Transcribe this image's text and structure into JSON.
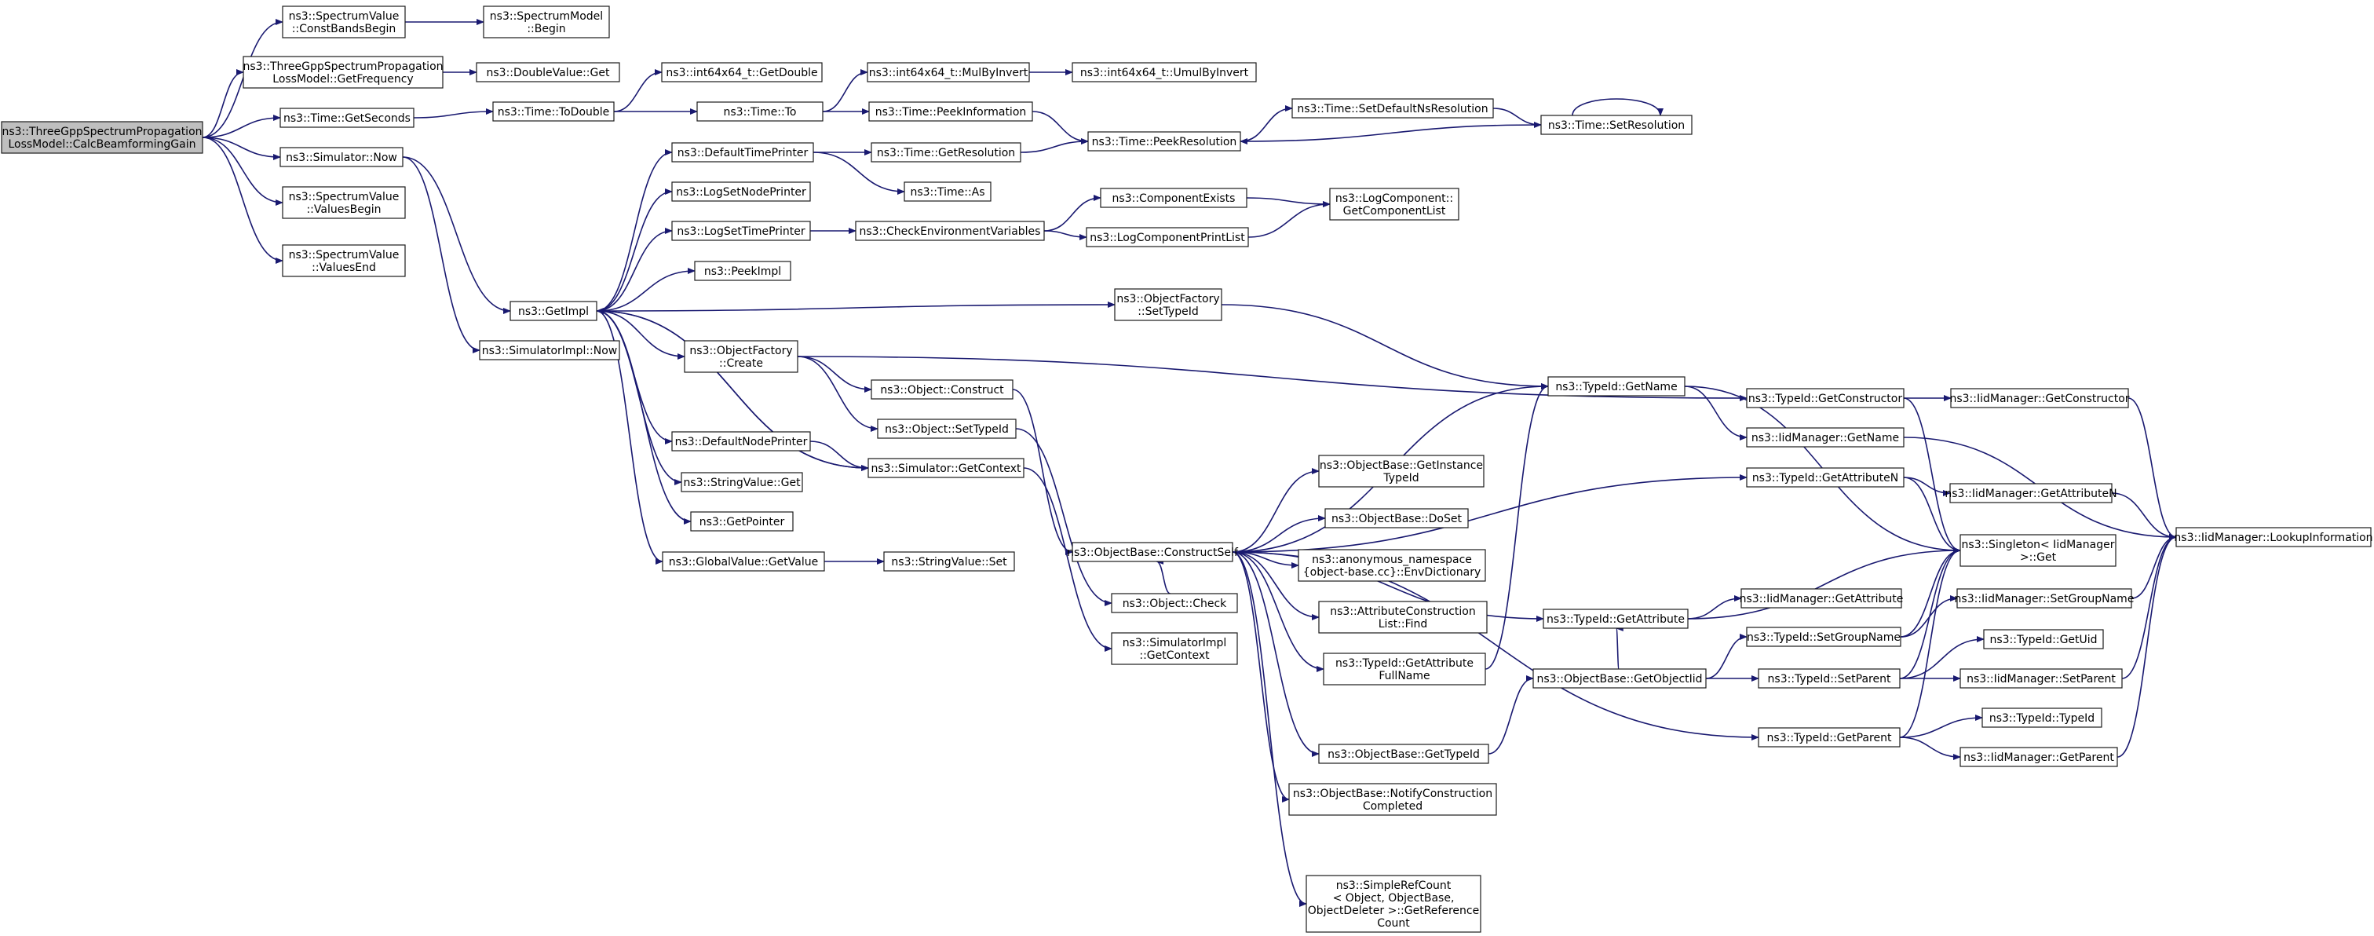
{
  "colors": {
    "edge": "#191970",
    "node_fill": "#ffffff",
    "root_fill": "#bfbfbf",
    "border": "#000000"
  },
  "nodes": {
    "root": [
      "ns3::ThreeGppSpectrumPropagation",
      "LossModel::CalcBeamformingGain"
    ],
    "cbb": [
      "ns3::SpectrumValue",
      "::ConstBandsBegin"
    ],
    "smb": [
      "ns3::SpectrumModel",
      "::Begin"
    ],
    "tgf": [
      "ns3::ThreeGppSpectrumPropagation",
      "LossModel::GetFrequency"
    ],
    "dvg": [
      "ns3::DoubleValue::Get"
    ],
    "tgs": [
      "ns3::Time::GetSeconds"
    ],
    "ttd": [
      "ns3::Time::ToDouble"
    ],
    "igd": [
      "ns3::int64x64_t::GetDouble"
    ],
    "tto": [
      "ns3::Time::To"
    ],
    "mbi": [
      "ns3::int64x64_t::MulByInvert"
    ],
    "umi": [
      "ns3::int64x64_t::UmulByInvert"
    ],
    "tpi": [
      "ns3::Time::PeekInformation"
    ],
    "tpr": [
      "ns3::Time::PeekResolution"
    ],
    "tsd": [
      "ns3::Time::SetDefaultNsResolution"
    ],
    "tsr": [
      "ns3::Time::SetResolution"
    ],
    "snow": [
      "ns3::Simulator::Now"
    ],
    "dtp": [
      "ns3::DefaultTimePrinter"
    ],
    "tgr": [
      "ns3::Time::GetResolution"
    ],
    "tas": [
      "ns3::Time::As"
    ],
    "lsnp": [
      "ns3::LogSetNodePrinter"
    ],
    "lstp": [
      "ns3::LogSetTimePrinter"
    ],
    "cev": [
      "ns3::CheckEnvironmentVariables"
    ],
    "cex": [
      "ns3::ComponentExists"
    ],
    "lgcl": [
      "ns3::LogComponent::",
      "GetComponentList"
    ],
    "lcpl": [
      "ns3::LogComponentPrintList"
    ],
    "svb": [
      "ns3::SpectrumValue",
      "::ValuesBegin"
    ],
    "sve": [
      "ns3::SpectrumValue",
      "::ValuesEnd"
    ],
    "pimpl": [
      "ns3::PeekImpl"
    ],
    "gimpl": [
      "ns3::GetImpl"
    ],
    "ofst": [
      "ns3::ObjectFactory",
      "::SetTypeId"
    ],
    "sinow": [
      "ns3::SimulatorImpl::Now"
    ],
    "ofc": [
      "ns3::ObjectFactory",
      "::Create"
    ],
    "ocon": [
      "ns3::Object::Construct"
    ],
    "ostid": [
      "ns3::Object::SetTypeId"
    ],
    "dnp": [
      "ns3::DefaultNodePrinter"
    ],
    "sgc": [
      "ns3::Simulator::GetContext"
    ],
    "svg": [
      "ns3::StringValue::Get"
    ],
    "gptr": [
      "ns3::GetPointer"
    ],
    "gvgv": [
      "ns3::GlobalValue::GetValue"
    ],
    "svs": [
      "ns3::StringValue::Set"
    ],
    "ochk": [
      "ns3::Object::Check"
    ],
    "sigc": [
      "ns3::SimulatorImpl",
      "::GetContext"
    ],
    "tgn": [
      "ns3::TypeId::GetName"
    ],
    "tgc": [
      "ns3::TypeId::GetConstructor"
    ],
    "imgc": [
      "ns3::IidManager::GetConstructor"
    ],
    "imgn": [
      "ns3::IidManager::GetName"
    ],
    "obgit": [
      "ns3::ObjectBase::GetInstance",
      "TypeId"
    ],
    "tgan": [
      "ns3::TypeId::GetAttributeN"
    ],
    "imgan": [
      "ns3::IidManager::GetAttributeN"
    ],
    "obds": [
      "ns3::ObjectBase::DoSet"
    ],
    "obcs": [
      "ns3::ObjectBase::ConstructSelf"
    ],
    "sget": [
      "ns3::Singleton< IidManager",
      " >::Get"
    ],
    "imli": [
      "ns3::IidManager::LookupInformation"
    ],
    "anon": [
      "ns3::anonymous_namespace",
      "{object-base.cc}::EnvDictionary"
    ],
    "aclf": [
      "ns3::AttributeConstruction",
      "List::Find"
    ],
    "tga": [
      "ns3::TypeId::GetAttribute"
    ],
    "imga": [
      "ns3::IidManager::GetAttribute"
    ],
    "imsgn": [
      "ns3::IidManager::SetGroupName"
    ],
    "tsgn": [
      "ns3::TypeId::SetGroupName"
    ],
    "tgaf": [
      "ns3::TypeId::GetAttribute",
      "FullName"
    ],
    "tgu": [
      "ns3::TypeId::GetUid"
    ],
    "obgoi": [
      "ns3::ObjectBase::GetObjectIid"
    ],
    "tsp": [
      "ns3::TypeId::SetParent"
    ],
    "imsp": [
      "ns3::IidManager::SetParent"
    ],
    "ttid": [
      "ns3::TypeId::TypeId"
    ],
    "tgp": [
      "ns3::TypeId::GetParent"
    ],
    "obgt": [
      "ns3::ObjectBase::GetTypeId"
    ],
    "imgp": [
      "ns3::IidManager::GetParent"
    ],
    "obnc": [
      "ns3::ObjectBase::NotifyConstruction",
      "Completed"
    ],
    "src": [
      "ns3::SimpleRefCount",
      "< Object, ObjectBase,",
      " ObjectDeleter >::GetReference",
      "Count"
    ]
  }
}
